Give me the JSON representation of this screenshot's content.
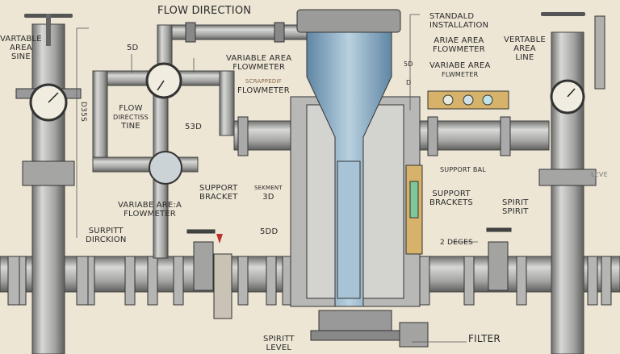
{
  "title": "FLOW DIRECTION",
  "labels": {
    "left_line": [
      "VARTABLE",
      "AREA",
      "SINE"
    ],
    "dim_5d_top": "5D",
    "va_flowmeter_top": [
      "VARIABLE AREA",
      "FLOWMETER"
    ],
    "scrapped_flowmeter": [
      "SCRAPPEDIF",
      "FLOWMETER"
    ],
    "flow_direction_line": [
      "FLOW",
      "DIRECTISS",
      "TINE"
    ],
    "dim_53d": "53D",
    "dim_vertical": "D35S",
    "standard_installation": [
      "STANDALD",
      "INSTALLATION"
    ],
    "ariae_flowmeter": [
      "ARIAE  AREA",
      "FLOWMETER"
    ],
    "right_line": [
      "VERTABLE",
      "AREA",
      "LINE"
    ],
    "dim_5d_right": "5D",
    "dim_d_right": "D",
    "variabe_flwmeter": [
      "VARIABE AREA",
      "FLWMETER"
    ],
    "support_bal": "SUPPORT BAL",
    "leve": "LEVE",
    "support_brackets": [
      "SUPPORT",
      "BRACKETS"
    ],
    "spirit": [
      "SPIRIT",
      "SPIRIT"
    ],
    "degrees": "2 DEGES",
    "filter": "FILTER",
    "support_bracket": [
      "SUPPORT",
      "BRACKET"
    ],
    "segment": [
      "SEKMENT",
      "3D"
    ],
    "dim_5dd": "5DD",
    "va_flowmeter_bottom": [
      "VARIABE ARE:A",
      "FLOWMETER"
    ],
    "surpitt_direction": [
      "SURPITT",
      "DIRCKION"
    ],
    "spiritt_level": [
      "SPIRITT",
      "LEVEL"
    ]
  },
  "colors": {
    "background": "#ede6d5",
    "steel": "#a9aaa8",
    "water": "#8fb3cc",
    "brass": "#d6b26a",
    "marker": "#c0302a"
  }
}
